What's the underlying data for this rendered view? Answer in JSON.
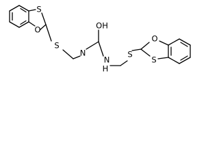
{
  "atoms": {
    "s1": "S",
    "o1": "O",
    "s2": "S",
    "n1": "N",
    "oh": "OH",
    "n2": "N",
    "h2": "H",
    "s3": "S",
    "o2": "O",
    "s4": "S"
  },
  "colors": {
    "bond": "#000000",
    "label": "#000000",
    "background": "#ffffff"
  }
}
